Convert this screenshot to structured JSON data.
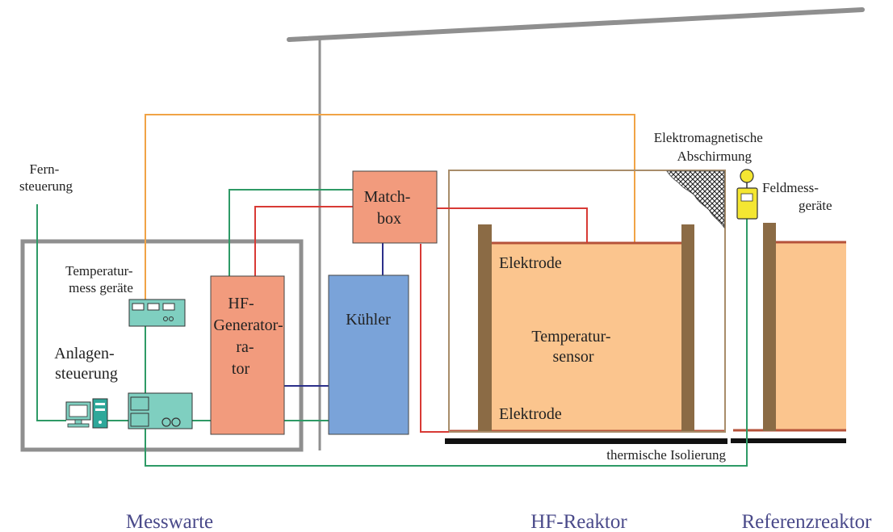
{
  "labels": {
    "fernsteuerung": [
      "Fern-",
      "steuerung"
    ],
    "temperaturmess": [
      "Temperatur-",
      "mess geräte"
    ],
    "anlagensteuerung": [
      "Anlagen-",
      "steuerung"
    ],
    "hf_generator": [
      "HF-",
      "Generator-",
      "ra-",
      "tor"
    ],
    "kuehler": "Kühler",
    "matchbox": [
      "Match-",
      "box"
    ],
    "elektrode_top": "Elektrode",
    "elektrode_bottom": "Elektrode",
    "temperatursensor": [
      "Temperatur-",
      "sensor"
    ],
    "abschirmung": [
      "Elektromagnetische",
      "Abschirmung"
    ],
    "feldmess": [
      "Feldmess-",
      "geräte"
    ],
    "isolierung": "thermische Isolierung"
  },
  "sections": {
    "messwarte": "Messwarte",
    "hf_reaktor": "HF-Reaktor",
    "referenzreaktor": "Referenzreaktor"
  },
  "colors": {
    "generator": "#f29b7d",
    "kuehler": "#7aa3d9",
    "matchbox": "#f29b7d",
    "reactor_fill": "#fbc58e",
    "electrode": "#8b6b45",
    "device": "#7fcfc0",
    "wire_green": "#2e9a66",
    "wire_red": "#d83a35",
    "wire_orange": "#f0a346",
    "wire_blue": "#2b2f8a",
    "frame_gray": "#8f8f8f",
    "shield_brown": "#a88d6a"
  },
  "icons": [
    "computer-icon",
    "field-meter-icon",
    "shield-mesh-icon"
  ]
}
